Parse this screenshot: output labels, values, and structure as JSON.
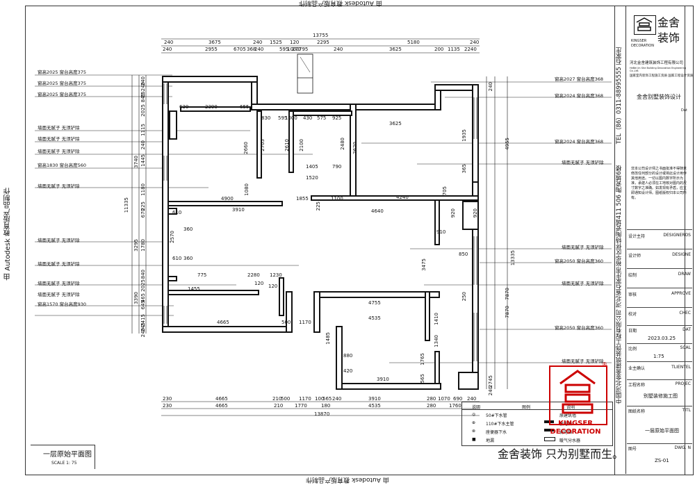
{
  "watermark": {
    "top": "由 Autodesk 教育版产品制作",
    "left": "由 Autodesk 教育版产品制作",
    "bottom": "由 Autodesk 教育版产品制作"
  },
  "dims_top": {
    "total": "13755",
    "row1": [
      "240",
      "3675",
      "240",
      "1525",
      "120",
      "2295",
      "5180",
      "240"
    ],
    "row2": [
      "240",
      "2955",
      "6705",
      "368",
      "240",
      "595",
      "1000",
      "270",
      "795",
      "240",
      "3625",
      "200",
      "1135",
      "2240"
    ]
  },
  "dims_bottom": {
    "row1": [
      "230",
      "4665",
      "210",
      "500",
      "1170",
      "100",
      "565",
      "240",
      "3910",
      "280",
      "1070",
      "690",
      "240"
    ],
    "row2": [
      "230",
      "4665",
      "210",
      "1770",
      "180",
      "4535",
      "280",
      "1760"
    ],
    "total": "13870"
  },
  "dims_left": [
    "240",
    "15240",
    "845",
    "2025",
    "1115",
    "240",
    "3740",
    "1445",
    "1180",
    "11335",
    "670",
    "225",
    "3295",
    "1780",
    "840",
    "2025",
    "465",
    "645",
    "3390",
    "2415",
    "245",
    "240"
  ],
  "dims_right": [
    "240",
    "4955",
    "13335",
    "7870",
    "2745",
    "240"
  ],
  "annotations_left": [
    "窗高2025  窗台高度375",
    "窗高2025  窗台高度375",
    "窗高2025  窗台高度375",
    "墙面无腻子  无须铲除",
    "墙面无腻子  无须铲除",
    "墙面无腻子  无须铲除",
    "窗高1830  窗台高度560",
    "墙面无腻子  无须铲除",
    "墙面无腻子  无须铲除",
    "墙面无腻子  无须铲除",
    "墙面无腻子  无须铲除",
    "墙面无腻子  无须铲除",
    "窗高1570  窗台高度930"
  ],
  "annotations_right": [
    "窗高2027  窗台高度368",
    "窗高2024  窗台高度368",
    "窗高2024  窗台高度368",
    "墙面无腻子  无须铲除",
    "墙面无腻子  无须铲除",
    "窗高2050  窗台高度360",
    "墙面无腻子  无须铲除",
    "窗高2050  窗台高度360",
    "墙面无腻子  无须铲除"
  ],
  "interior_dims": [
    "630",
    "2390",
    "655",
    "830",
    "595",
    "1000",
    "430",
    "575",
    "925",
    "3625",
    "2660",
    "2705",
    "2610",
    "2100",
    "2480",
    "2620",
    "1405",
    "790",
    "1520",
    "1080",
    "4900",
    "1855",
    "1100",
    "225",
    "4240",
    "3910",
    "4640",
    "610",
    "360",
    "2570",
    "610",
    "360",
    "775",
    "2280",
    "1230",
    "1455",
    "120",
    "4755",
    "4535",
    "1410",
    "3475",
    "4665",
    "500",
    "1170",
    "3910",
    "1485",
    "1765",
    "880",
    "565",
    "420",
    "120",
    "850",
    "7870",
    "705",
    "920",
    "1935",
    "365",
    "920",
    "910",
    "250",
    "1340"
  ],
  "legend": {
    "headers": [
      "说明",
      "图例",
      "说明"
    ],
    "rows": [
      [
        "50#下水管",
        "原建筑墙"
      ],
      [
        "110#下水主管",
        "强电箱"
      ],
      [
        "座便器下水",
        "弱电箱"
      ],
      [
        "地漏",
        "暖气分水器"
      ]
    ]
  },
  "title_block": {
    "company_cn": "金舍装饰",
    "company_en": "KINGSER DECORATION",
    "company_full": "河北金舍建筑装饰工程有限公司",
    "company_full_en": "HeBei Jin She Building Decoration Engineering Co.,Ltd.",
    "company_sub": "国家室内装饰工程施工资质  国家工程设计资质",
    "dept": "金舍别墅装饰设计",
    "fields": [
      {
        "label": "设计主持",
        "en": "DESIGNEROS"
      },
      {
        "label": "设计师",
        "en": "DESIGNE"
      },
      {
        "label": "绘制",
        "en": "DRAW"
      },
      {
        "label": "审核",
        "en": "APPROVE"
      },
      {
        "label": "校对",
        "en": "CHEC"
      },
      {
        "label": "日期",
        "en": "DAT"
      },
      {
        "label": "比例",
        "en": "SCAL"
      },
      {
        "label": "业主确认",
        "en": "TLIENTEL"
      },
      {
        "label": "工程名称",
        "en": "PROJEC"
      },
      {
        "label": "图纸名称",
        "en": "TITL"
      },
      {
        "label": "图号",
        "en": "DWG. N"
      }
    ],
    "date": "2023.03.25",
    "scale": "1:75",
    "project": "别墅装修施工图",
    "title": "一层原始平面图",
    "dwg": "ZS-01",
    "tel_line": "TEL（86）0311-88995555  石家庄",
    "address_line": "中国河北金舍建筑装饰工程有限公司  河北省石家庄市裕华区怀特陶瓷城411 506 陶瓷城6楼",
    "notice": "非本公司设计师之书面批准不得随意修改任何部分的设计或将此设计用作其他用途。一切以图内数字所示为准，承建人必须在工地核对图内的尺寸数字之准确。如发现有矛盾，应立即通知设计师。图纸版权归本公司所有。"
  },
  "drawing_title": {
    "name": "一层原始平面图",
    "scale": "SCALE 1: 75"
  },
  "slogan": "金舍装饰 只为别墅而生。",
  "logo": {
    "text_en": "KINGSER DECORATION",
    "mark": "®"
  }
}
